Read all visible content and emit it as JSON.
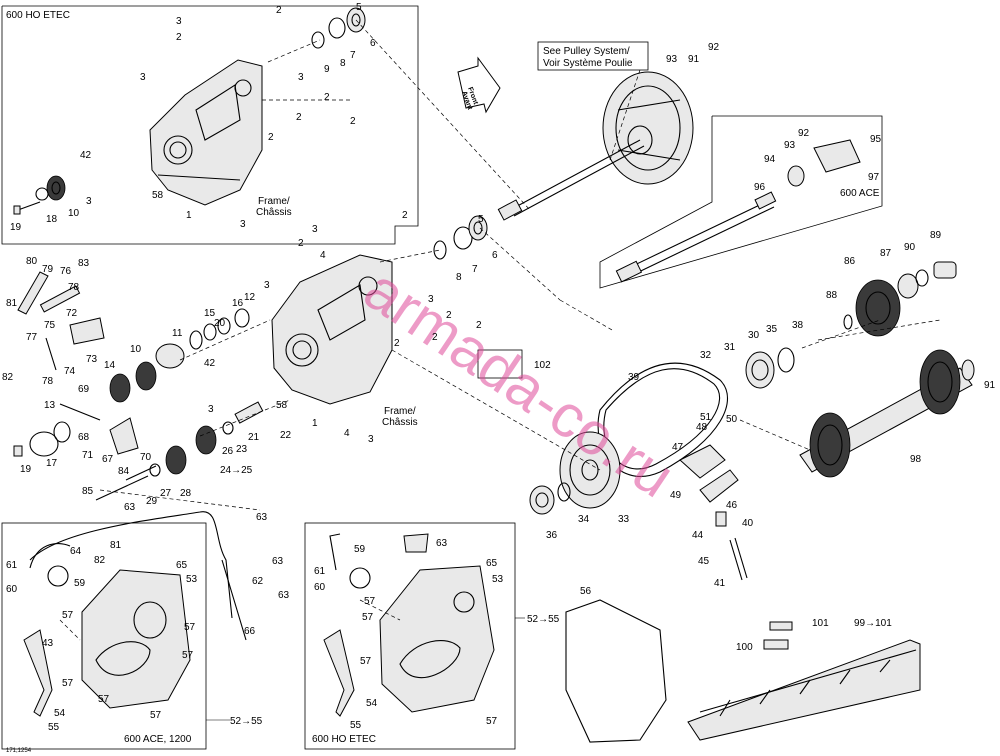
{
  "panels": {
    "top_left": "600 HO ETEC",
    "ace": "600 ACE",
    "bottom_left": "600 ACE, 1200",
    "bottom_mid": "600 HO ETEC"
  },
  "notes": {
    "pulley_line1": "See Pulley System/",
    "pulley_line2": "Voir Système Poulie",
    "front_line1": "Front",
    "front_line2": "Avant",
    "frame1": "Frame/",
    "frame1b": "Châssis",
    "frame2": "Frame/",
    "frame2b": "Châssis",
    "ref_52_55_a": "52→55",
    "ref_52_55_b": "52→55",
    "ref_24_25": "24→25",
    "ref_99_101": "99→101",
    "watermark": "armada-co.ru",
    "doc_code": "171,1254"
  },
  "callouts": {
    "c1": "1",
    "c2": "2",
    "c3": "3",
    "c4": "4",
    "c5": "5",
    "c6": "6",
    "c7": "7",
    "c8": "8",
    "c9": "9",
    "c10": "10",
    "c11": "11",
    "c12": "12",
    "c13": "13",
    "c14": "14",
    "c15": "15",
    "c16": "16",
    "c17": "17",
    "c18": "18",
    "c19": "19",
    "c20": "20",
    "c21": "21",
    "c22": "22",
    "c23": "23",
    "c26": "26",
    "c27": "27",
    "c28": "28",
    "c29": "29",
    "c30": "30",
    "c31": "31",
    "c32": "32",
    "c33": "33",
    "c34": "34",
    "c35": "35",
    "c36": "36",
    "c38": "38",
    "c39": "39",
    "c40": "40",
    "c41": "41",
    "c42": "42",
    "c43": "43",
    "c44": "44",
    "c45": "45",
    "c46": "46",
    "c47": "47",
    "c48": "48",
    "c49": "49",
    "c50": "50",
    "c51": "51",
    "c53": "53",
    "c54": "54",
    "c55": "55",
    "c56": "56",
    "c57": "57",
    "c58": "58",
    "c59": "59",
    "c60": "60",
    "c61": "61",
    "c62": "62",
    "c63": "63",
    "c64": "64",
    "c65": "65",
    "c66": "66",
    "c67": "67",
    "c68": "68",
    "c69": "69",
    "c70": "70",
    "c71": "71",
    "c72": "72",
    "c73": "73",
    "c74": "74",
    "c75": "75",
    "c76": "76",
    "c77": "77",
    "c78": "78",
    "c79": "79",
    "c80": "80",
    "c81": "81",
    "c82": "82",
    "c83": "83",
    "c84": "84",
    "c85": "85",
    "c86": "86",
    "c87": "87",
    "c88": "88",
    "c89": "89",
    "c90": "90",
    "c91": "91",
    "c92": "92",
    "c93": "93",
    "c94": "94",
    "c95": "95",
    "c96": "96",
    "c97": "97",
    "c98": "98",
    "c100": "100",
    "c101": "101",
    "c102": "102"
  }
}
